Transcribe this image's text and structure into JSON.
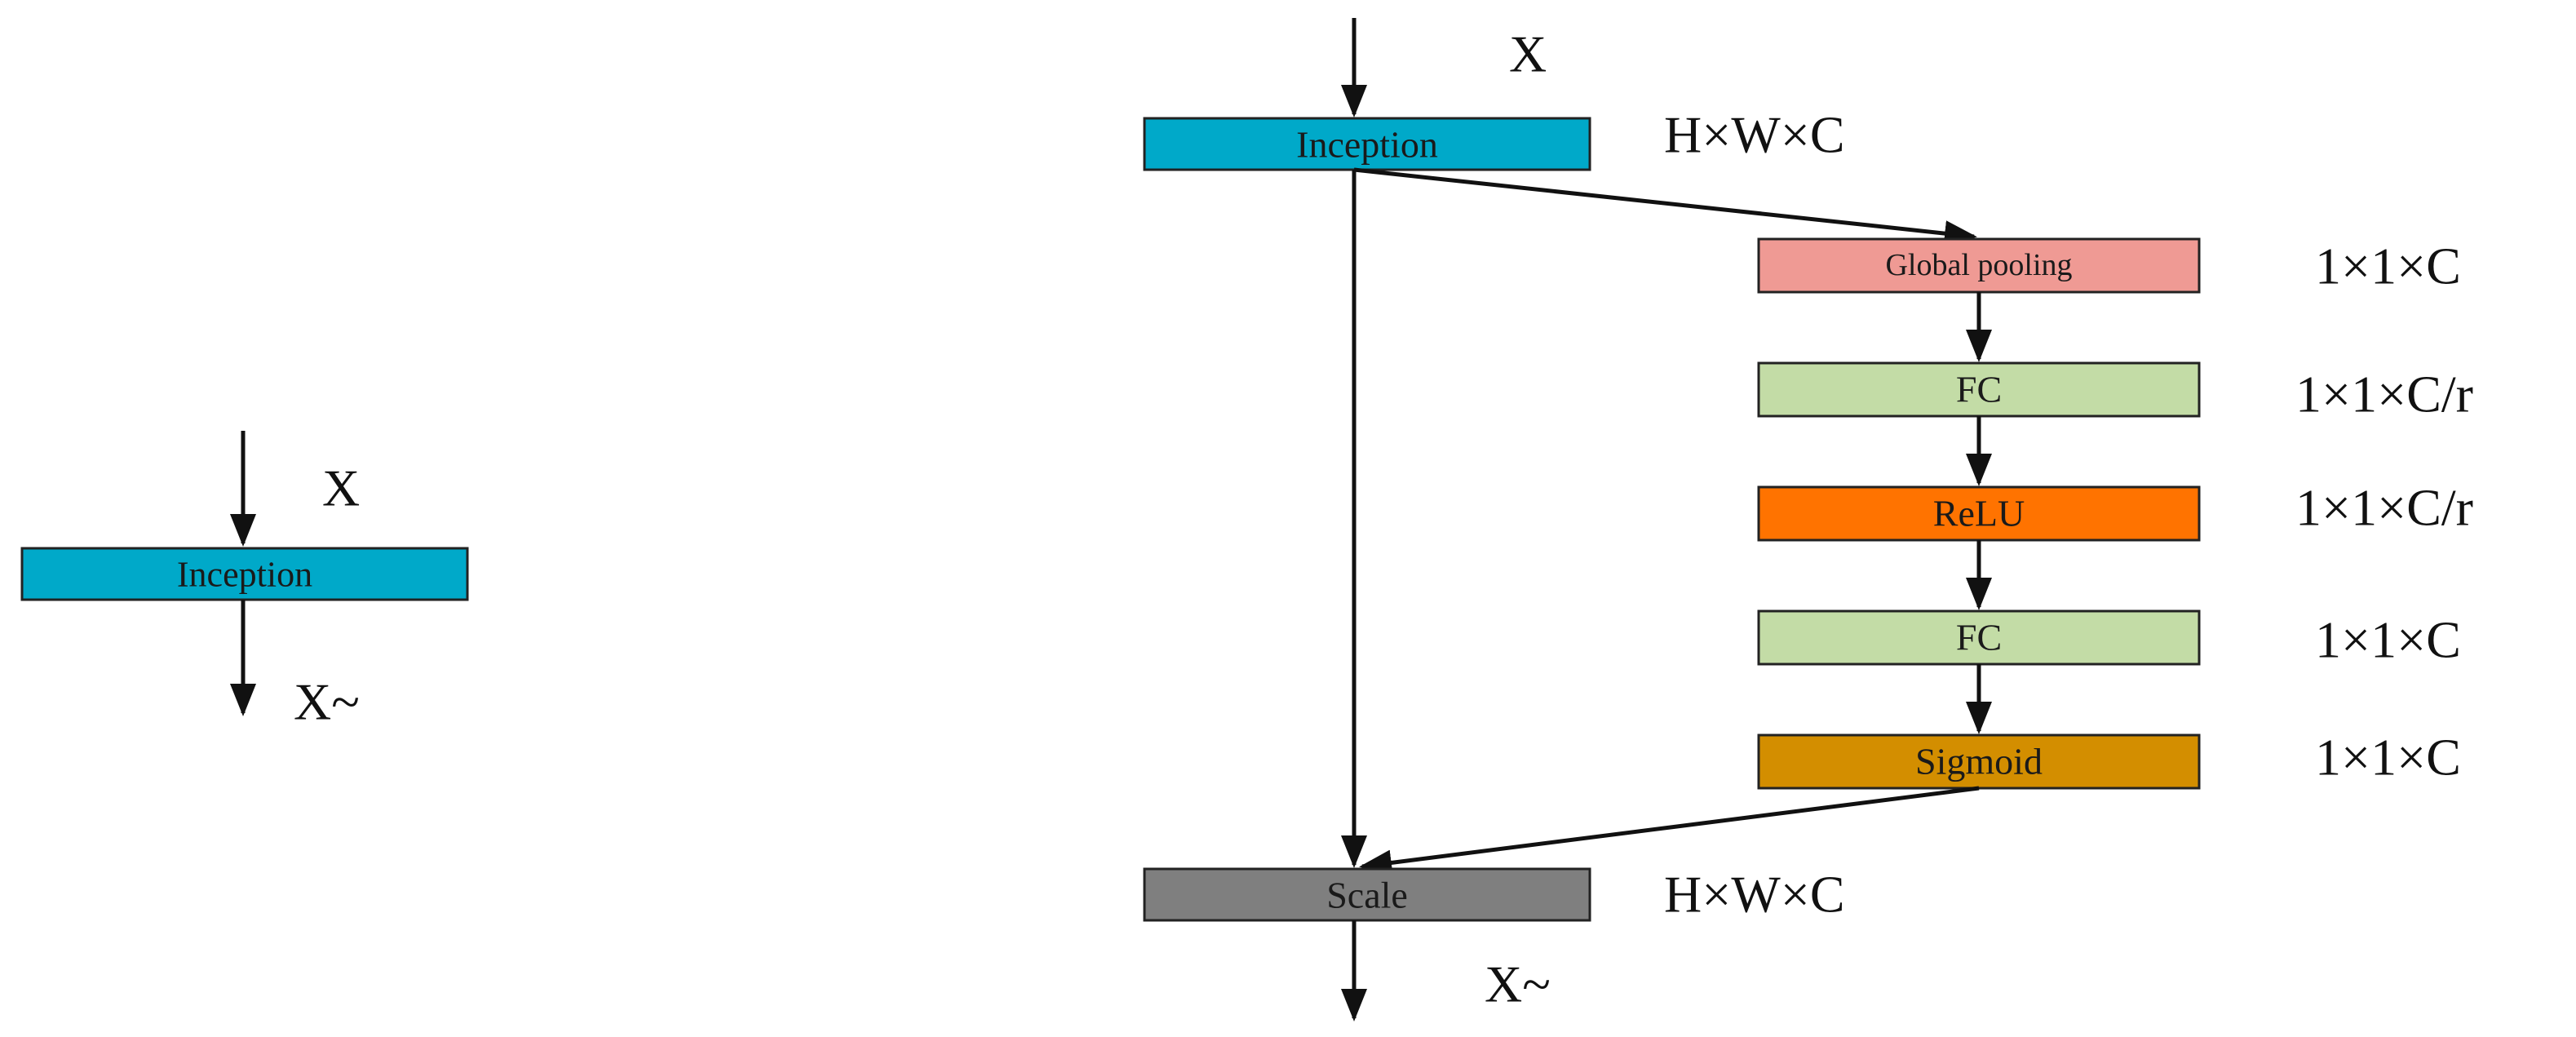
{
  "colors": {
    "inception": "#00a9c9",
    "global_pooling": "#ef9a94",
    "fc": "#c3dca6",
    "relu": "#ff7300",
    "sigmoid": "#d38e00",
    "scale": "#7f7f7f",
    "arrow": "#111111"
  },
  "simple_block": {
    "input_label": "X",
    "box_label": "Inception",
    "output_label": "X~"
  },
  "se_block": {
    "input_label": "X",
    "output_label": "X~",
    "inception": {
      "label": "Inception",
      "dims": "H×W×C"
    },
    "global_pooling": {
      "label": "Global pooling",
      "dims": "1×1×C"
    },
    "fc1": {
      "label": "FC",
      "dims": "1×1×C/r"
    },
    "relu": {
      "label": "ReLU",
      "dims": "1×1×C/r"
    },
    "fc2": {
      "label": "FC",
      "dims": "1×1×C"
    },
    "sigmoid": {
      "label": "Sigmoid",
      "dims": "1×1×C"
    },
    "scale": {
      "label": "Scale",
      "dims": "H×W×C"
    }
  }
}
